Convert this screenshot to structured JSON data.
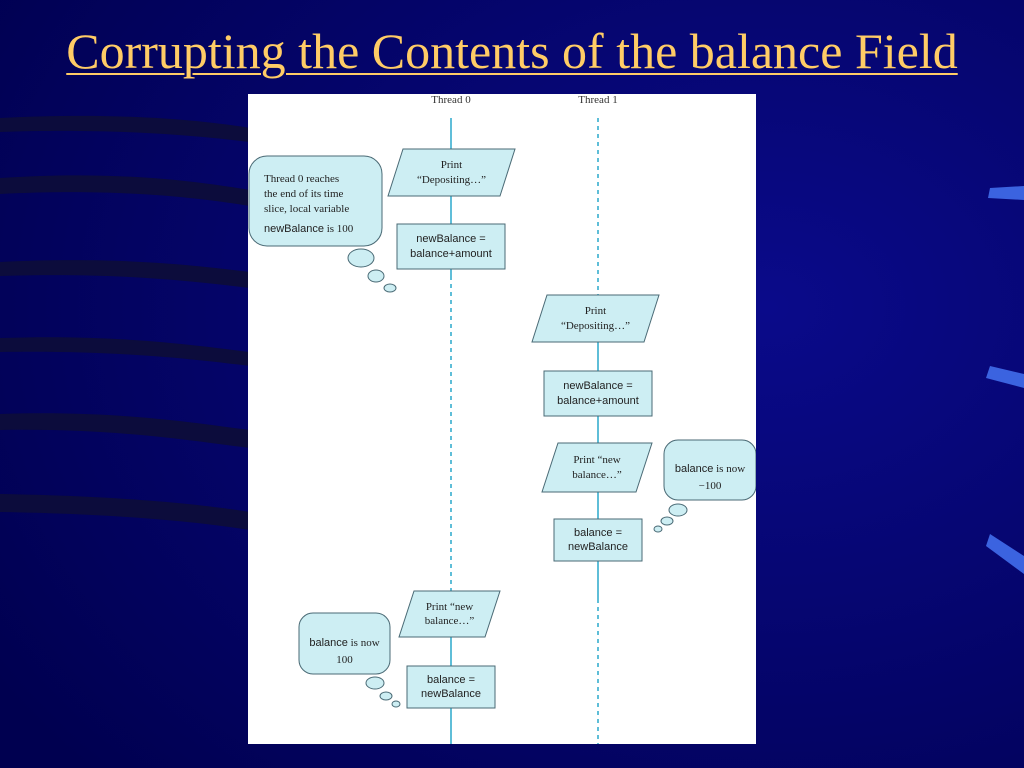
{
  "slide": {
    "title": "Corrupting the Contents of the balance Field"
  },
  "colors": {
    "background": "#000060",
    "title": "#ffcc66",
    "shape_fill": "#cdeef3",
    "lane": "#2aa8cc",
    "stripe": "#0c0c3c",
    "tab": "#3b63e0"
  },
  "diagram": {
    "lanes": {
      "thread0": "Thread 0",
      "thread1": "Thread 1"
    },
    "thread0": {
      "print_depositing_line1": "Print",
      "print_depositing_line2": "“Depositing…”",
      "assign_newbalance_line1": "newBalance =",
      "assign_newbalance_line2": "balance+amount",
      "print_newbalance_line1": "Print “new",
      "print_newbalance_line2": "balance…”",
      "assign_balance_line1": "balance =",
      "assign_balance_line2": "newBalance"
    },
    "thread1": {
      "print_depositing_line1": "Print",
      "print_depositing_line2": "“Depositing…”",
      "assign_newbalance_line1": "newBalance =",
      "assign_newbalance_line2": "balance+amount",
      "print_newbalance_line1": "Print “new",
      "print_newbalance_line2": "balance…”",
      "assign_balance_line1": "balance =",
      "assign_balance_line2": "newBalance"
    },
    "notes": {
      "time_slice_line1": "Thread 0 reaches",
      "time_slice_line2": "the end of its time",
      "time_slice_line3": "slice, local variable",
      "time_slice_code": "newBalance",
      "time_slice_suffix": " is 100",
      "thread1_code": "balance",
      "thread1_suffix": " is now",
      "thread1_value": "−100",
      "thread0_code": "balance",
      "thread0_suffix": " is now",
      "thread0_value": "100"
    }
  }
}
